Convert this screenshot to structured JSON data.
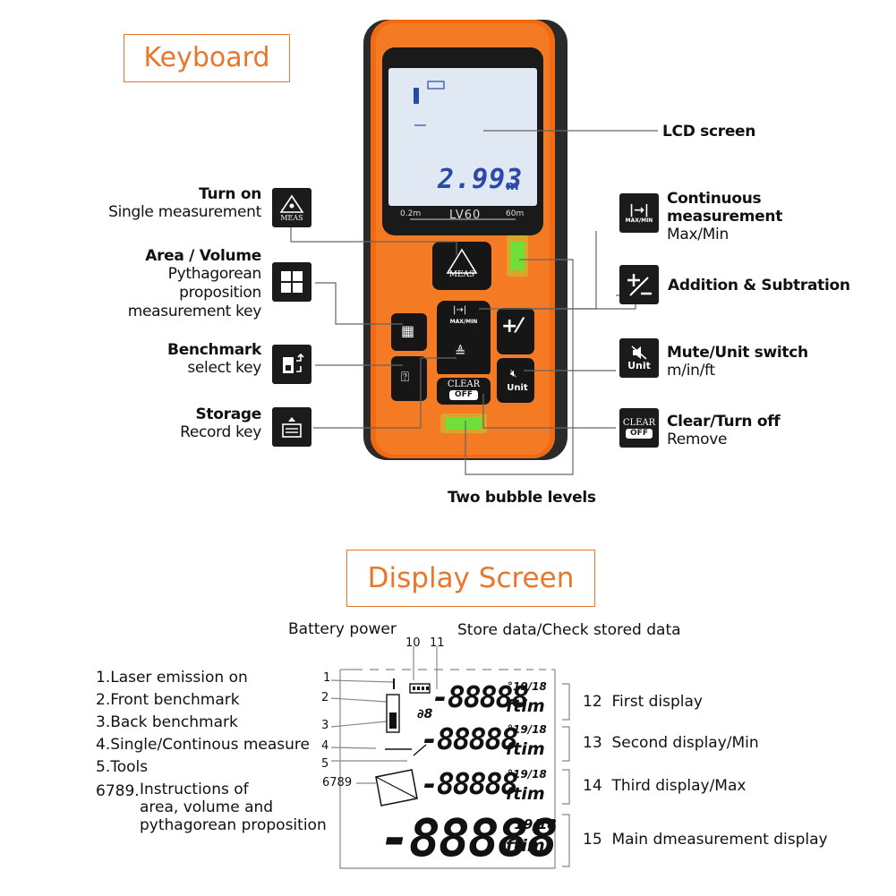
{
  "titles": {
    "keyboard": "Keyboard",
    "display": "Display Screen"
  },
  "device": {
    "lcd_reading": "2.993",
    "lcd_unit": "m",
    "range_min": "0.2m",
    "range_max": "60m",
    "model": "LV60",
    "meas_label": "MEAS",
    "clear_label": "CLEAR",
    "off_label": "OFF",
    "unit_label": "Unit",
    "maxmin_label": "MAX/MIN"
  },
  "callouts_left": [
    {
      "bold": "Turn on",
      "normal": [
        "Single measurement"
      ],
      "icon": "meas-icon"
    },
    {
      "bold": "Area / Volume",
      "normal": [
        "Pythagorean",
        "proposition",
        "measurement key"
      ],
      "icon": "area-grid-icon"
    },
    {
      "bold": "Benchmark",
      "normal": [
        "select key"
      ],
      "icon": "benchmark-icon"
    },
    {
      "bold": "Storage",
      "normal": [
        "Record key"
      ],
      "icon": "storage-icon"
    }
  ],
  "callouts_right": [
    {
      "bold": "LCD screen",
      "normal": []
    },
    {
      "bold": "Continuous measurement",
      "normal": [
        "Max/Min"
      ],
      "icon": "continuous-icon"
    },
    {
      "bold": "Addition & Subtration",
      "normal": [],
      "icon": "plus-minus-icon"
    },
    {
      "bold": "Mute/Unit switch",
      "normal": [
        "m/in/ft"
      ],
      "icon": "mute-unit-icon"
    },
    {
      "bold": "Clear/Turn off",
      "normal": [
        "Remove"
      ],
      "icon": "clear-off-icon"
    }
  ],
  "bubble_levels": "Two bubble levels",
  "display": {
    "top_labels": {
      "battery": "Battery power",
      "store": "Store data/Check stored data",
      "n10": "10",
      "n11": "11"
    },
    "legend": [
      "1.Laser emission on",
      "2.Front benchmark",
      "3.Back benchmark",
      "4.Single/Continous measure",
      "5.Tools"
    ],
    "legend_6789_num": "6789.",
    "legend_6789_lines": [
      "Instructions of",
      "area, volume and",
      "pythagorean proposition"
    ],
    "left_numbers": [
      "1",
      "2",
      "3",
      "4",
      "5",
      "6789"
    ],
    "right_labels": [
      {
        "num": "12",
        "text": "First display"
      },
      {
        "num": "13",
        "text": "Second display/Min"
      },
      {
        "num": "14",
        "text": "Third display/Max"
      },
      {
        "num": "15",
        "text": "Main dmeasurement display"
      }
    ],
    "segment_small": "-88888",
    "segment_main": "-88888",
    "segment_units": "ftim",
    "segment_frac": "°19/18"
  }
}
